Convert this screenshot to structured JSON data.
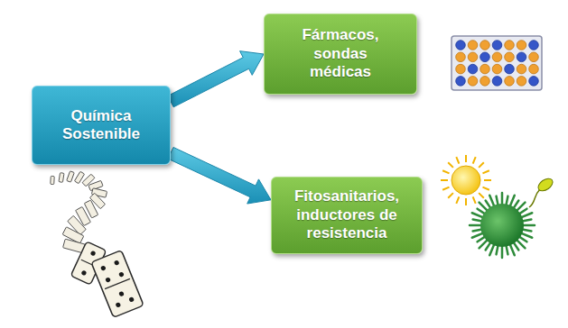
{
  "diagram": {
    "nodes": [
      {
        "text": [
          "Química Sostenible"
        ]
      },
      {
        "text": [
          "Fármacos, sondas médicas"
        ]
      },
      {
        "text": [
          "Fitosanitarios, inductores de resistencia"
        ]
      }
    ],
    "edges": [
      {
        "from": 0,
        "to": 1,
        "arrow": "to"
      },
      {
        "from": 0,
        "to": 2,
        "arrow": "to"
      }
    ]
  }
}
